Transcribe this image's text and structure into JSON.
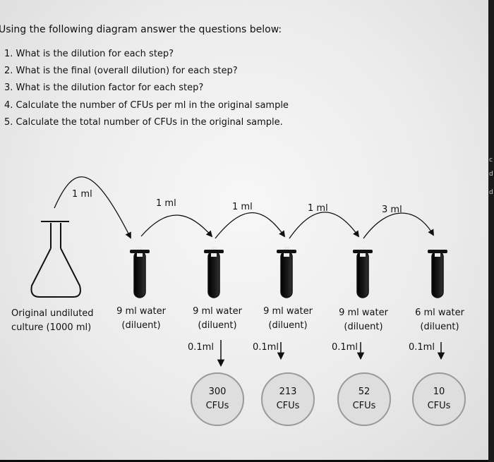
{
  "intro": "Using the following diagram answer the questions below:",
  "questions": [
    "1. What is the dilution for each step?",
    "2. What is the final (overall dilution) for each step?",
    "3. What is the dilution factor for each step?",
    "4. Calculate the number of CFUs per ml in the original sample",
    "5. Calculate the total number of CFUs in the original sample."
  ],
  "transfers": [
    "1 ml",
    "1 ml",
    "1 ml",
    "1 ml",
    "3 ml"
  ],
  "flask": {
    "line1": "Original undiluted",
    "line2": "culture (1000 ml)"
  },
  "tubes": [
    {
      "volume": "9 ml water",
      "role": "(diluent)",
      "plated": ""
    },
    {
      "volume": "9 ml water",
      "role": "(diluent)",
      "plated": "0.1ml"
    },
    {
      "volume": "9 ml water",
      "role": "(diluent)",
      "plated": "0.1ml"
    },
    {
      "volume": "9 ml water",
      "role": "(diluent)",
      "plated": "0.1ml"
    },
    {
      "volume": "6 ml water",
      "role": "(diluent)",
      "plated": "0.1ml"
    }
  ],
  "plates": [
    {
      "count": "300",
      "unit": "CFUs"
    },
    {
      "count": "213",
      "unit": "CFUs"
    },
    {
      "count": "52",
      "unit": "CFUs"
    },
    {
      "count": "10",
      "unit": "CFUs"
    }
  ],
  "edge_chars": [
    "c",
    "d",
    "d"
  ]
}
